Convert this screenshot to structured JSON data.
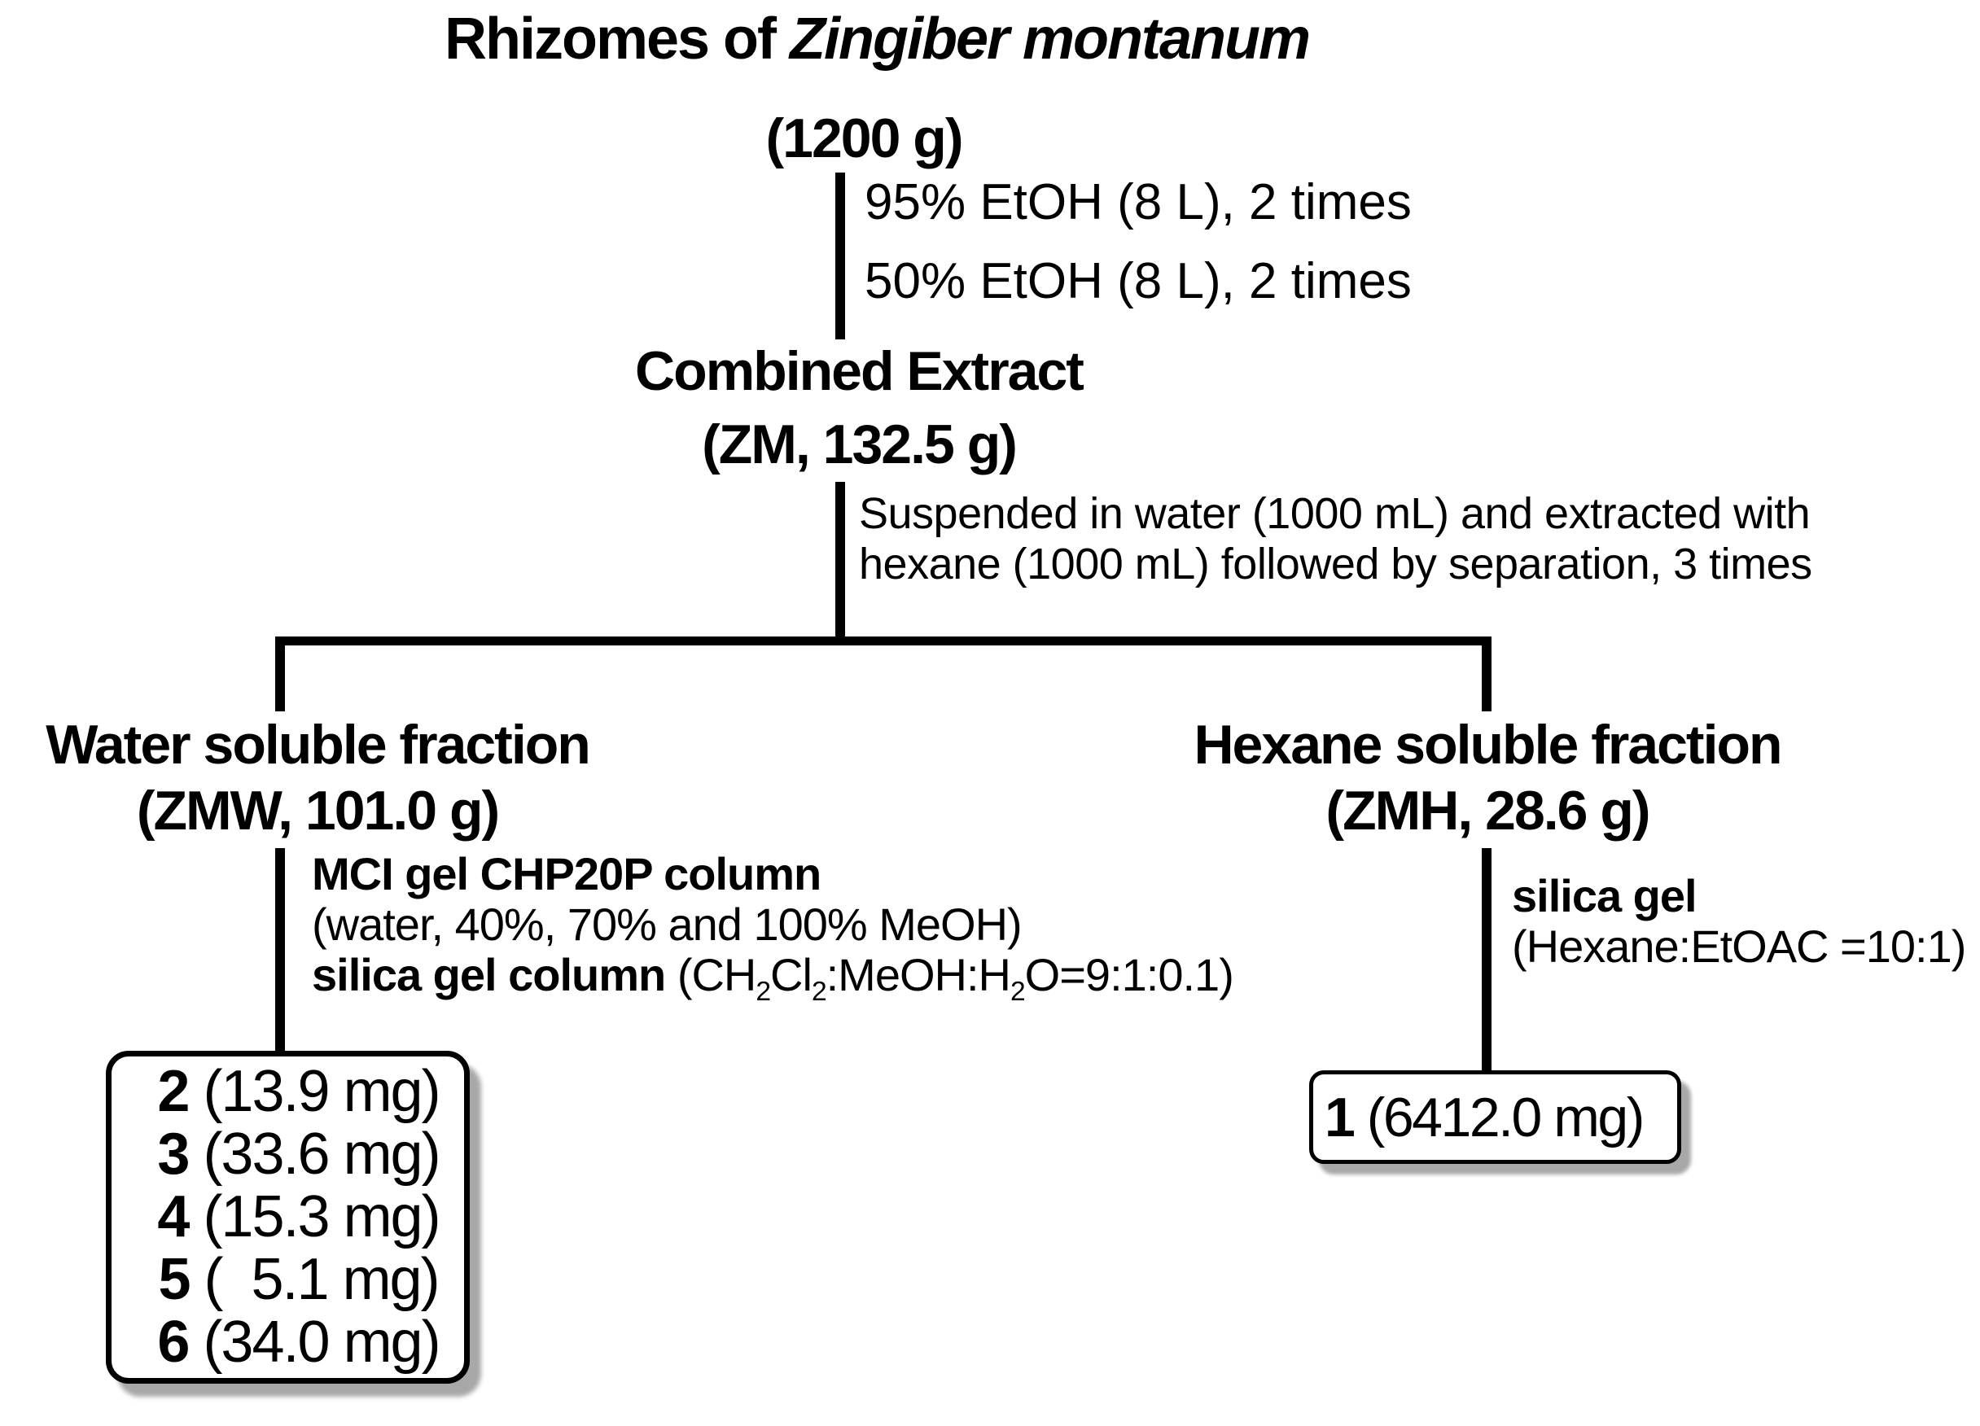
{
  "colors": {
    "background": "#ffffff",
    "ink": "#000000",
    "box_shadow": "#a8a8a8"
  },
  "flowchart": {
    "source": {
      "title_rich": [
        {
          "t": "Rhizomes of ",
          "b": true
        },
        {
          "t": "Zingiber montanum",
          "b": true,
          "i": true
        }
      ],
      "weight": "(1200 g)"
    },
    "extraction_steps": [
      "95% EtOH (8 L), 2 times",
      "50% EtOH (8 L), 2 times"
    ],
    "combined_extract": {
      "name": "Combined Extract",
      "code": "(ZM, 132.5 g)"
    },
    "partition_note": [
      "Suspended in water (1000 mL) and extracted with",
      "hexane (1000 mL) followed by separation, 3 times"
    ],
    "water_fraction": {
      "name": "Water soluble fraction",
      "code": "(ZMW, 101.0 g)",
      "treatment_rich": [
        [
          {
            "t": "MCI gel CHP20P column",
            "b": true
          }
        ],
        [
          {
            "t": "(water, 40%, 70% and 100% MeOH)"
          }
        ],
        [
          {
            "t": "silica gel column",
            "b": true
          },
          {
            "t": " (CH"
          },
          {
            "t": "2",
            "sub": true
          },
          {
            "t": "Cl"
          },
          {
            "t": "2",
            "sub": true
          },
          {
            "t": ":MeOH:H"
          },
          {
            "t": "2",
            "sub": true
          },
          {
            "t": "O=9:1:0.1)"
          }
        ]
      ],
      "compounds_rich": [
        [
          {
            "t": "2",
            "b": true
          },
          {
            "t": " (13.9 mg)"
          }
        ],
        [
          {
            "t": "3",
            "b": true
          },
          {
            "t": " (33.6 mg)"
          }
        ],
        [
          {
            "t": "4",
            "b": true
          },
          {
            "t": " (15.3 mg)"
          }
        ],
        [
          {
            "t": "5",
            "b": true
          },
          {
            "t": " (  5.1 mg)"
          }
        ],
        [
          {
            "t": "6",
            "b": true
          },
          {
            "t": " (34.0 mg)"
          }
        ]
      ]
    },
    "hexane_fraction": {
      "name": "Hexane soluble fraction",
      "code": "(ZMH, 28.6 g)",
      "treatment_rich": [
        [
          {
            "t": "silica gel",
            "b": true
          }
        ],
        [
          {
            "t": "(Hexane:EtOAC =10:1)"
          }
        ]
      ],
      "compounds_rich": [
        [
          {
            "t": "1",
            "b": true
          },
          {
            "t": " (6412.0 mg)"
          }
        ]
      ]
    }
  }
}
